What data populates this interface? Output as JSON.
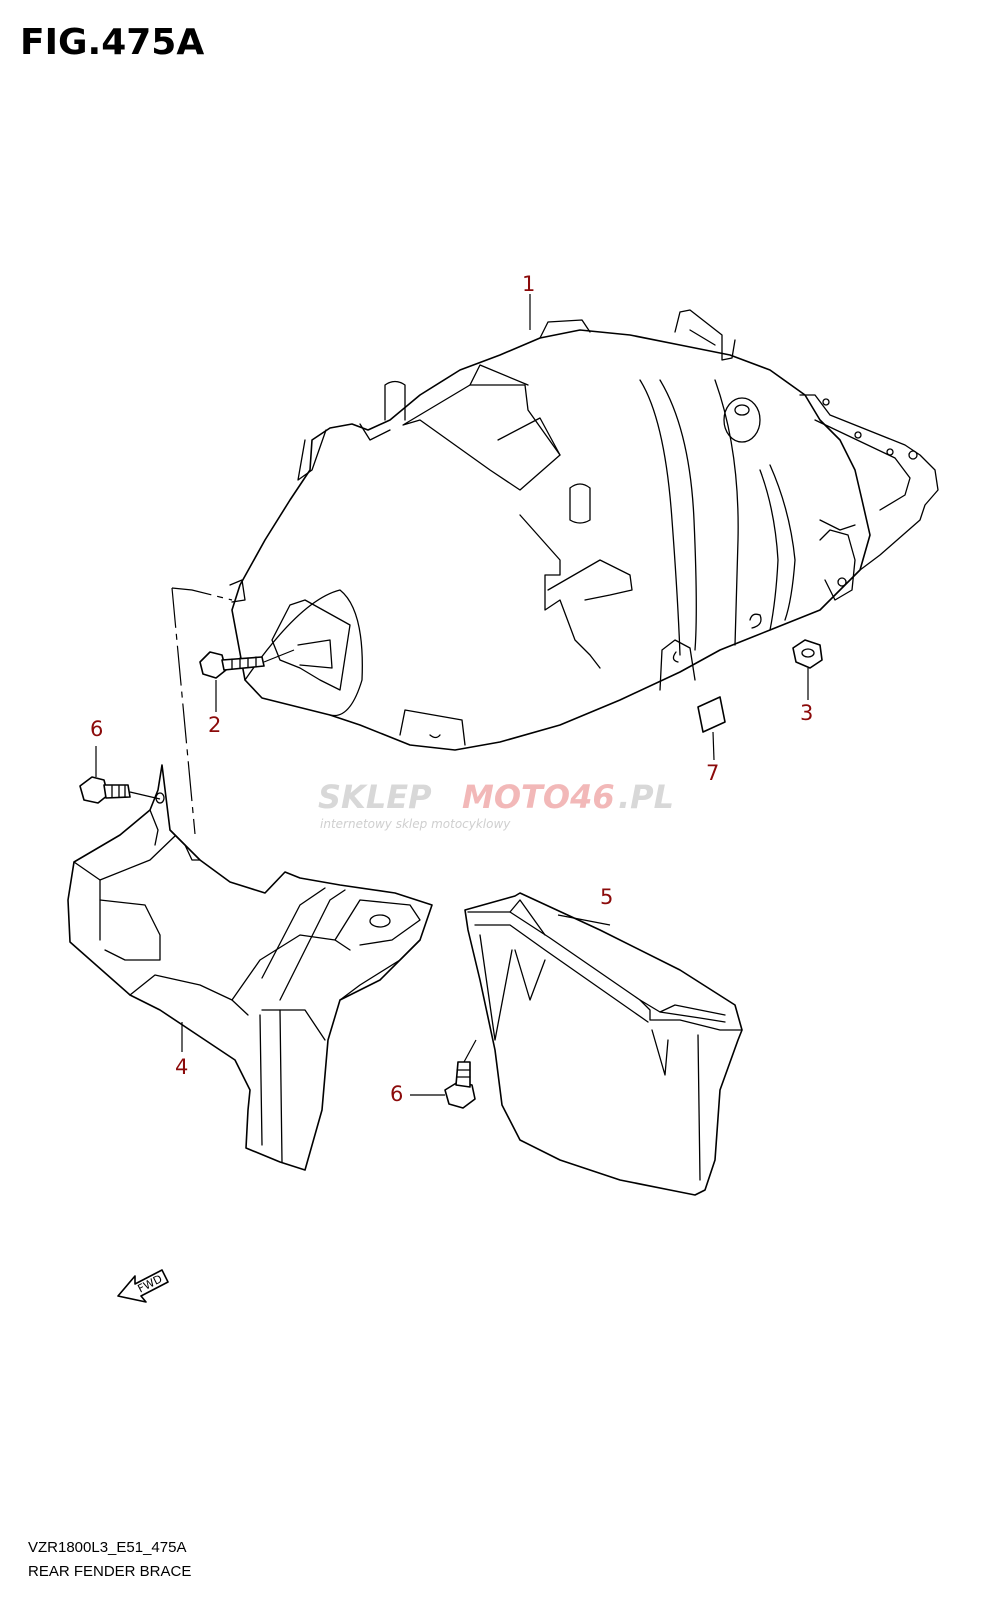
{
  "title": "FIG.475A",
  "callouts": [
    "1",
    "2",
    "3",
    "4",
    "5",
    "6",
    "6",
    "7"
  ],
  "watermark": {
    "brand_a": "SKLEP",
    "brand_b": "MOTO46",
    "brand_c": ".PL",
    "tagline": "internetowy sklep motocyklowy"
  },
  "direction_label": "FWD",
  "footer": {
    "code": "VZR1800L3_E51_475A",
    "caption": "REAR FENDER BRACE"
  }
}
